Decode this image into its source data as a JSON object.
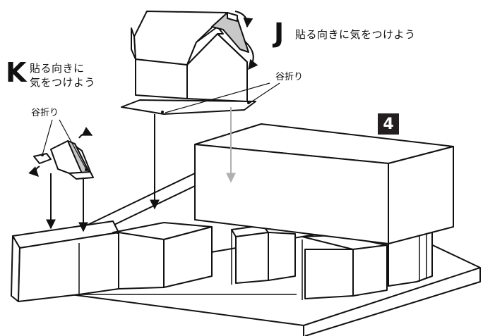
{
  "step": {
    "number": "4"
  },
  "part_j": {
    "letter": "J",
    "instruction": "貼る向きに気をつけよう",
    "fold_label": "谷折り"
  },
  "part_k": {
    "letter": "K",
    "instruction_line1": "貼る向きに",
    "instruction_line2": "気をつけよう",
    "fold_label": "谷折り"
  },
  "colors": {
    "line": "#111111",
    "fill": "#ffffff",
    "shade": "#c8c8c8",
    "ghost_arrow": "#b0b0b0",
    "badge": "#231f20"
  }
}
